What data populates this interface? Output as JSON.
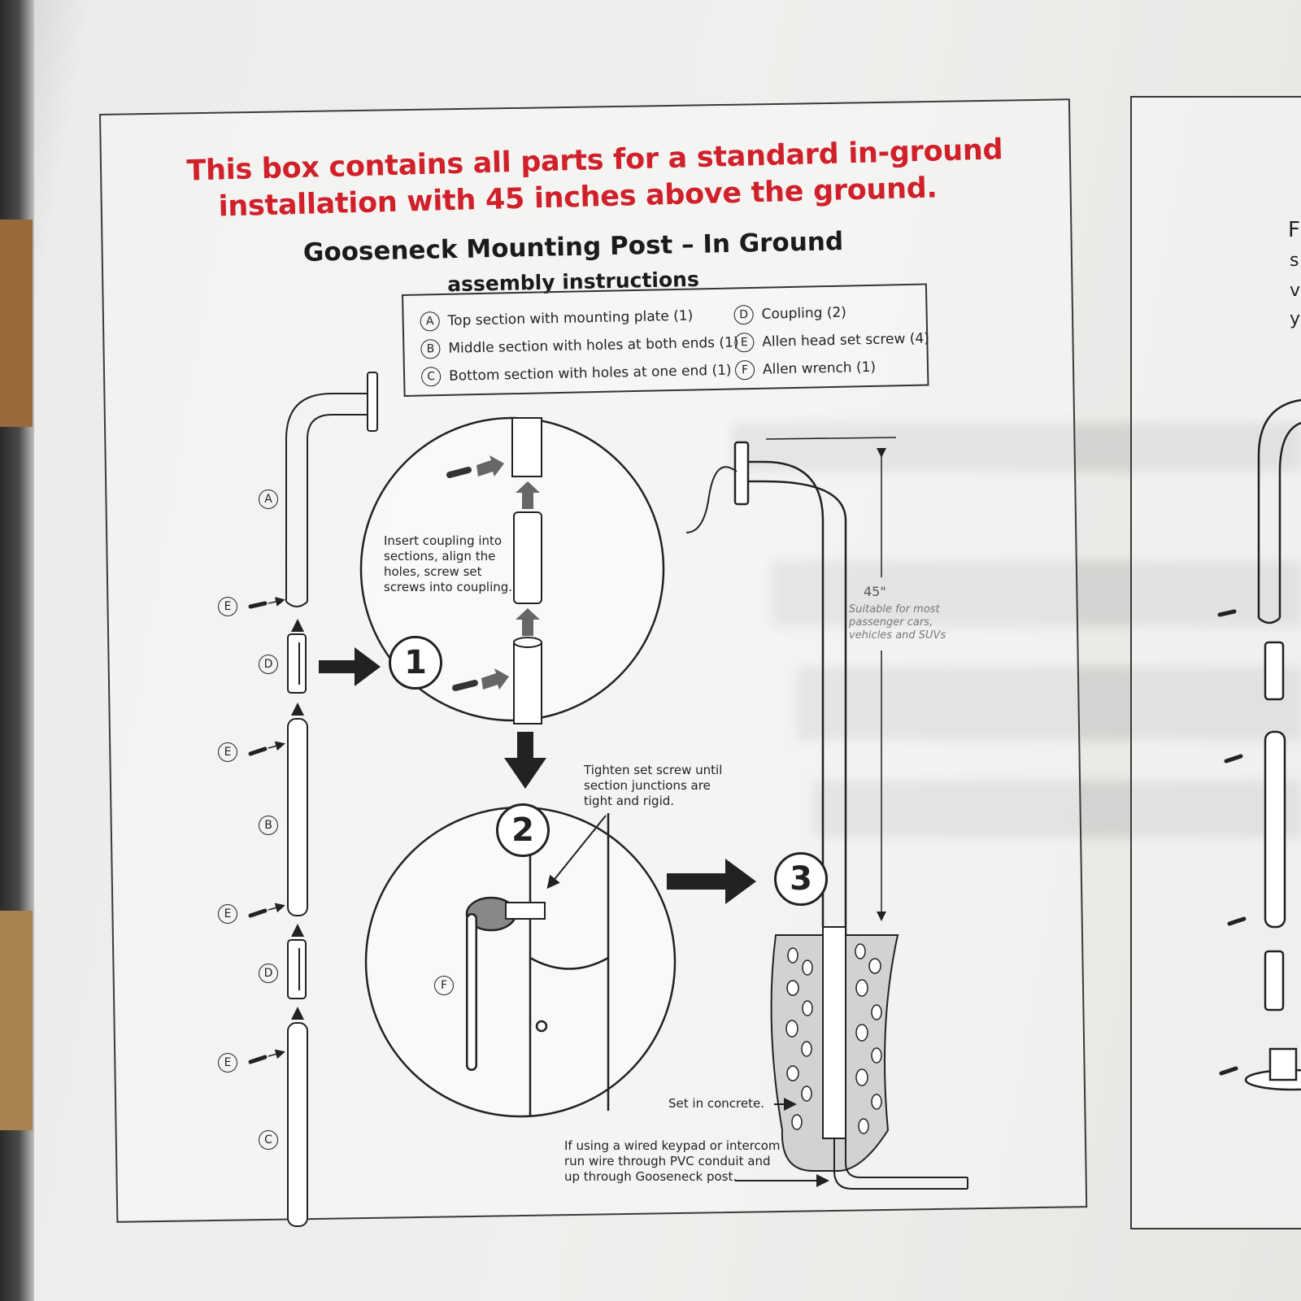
{
  "headline": {
    "line1": "This box contains all parts for a standard in-ground",
    "line2": "installation with 45 inches above the ground."
  },
  "title": "Gooseneck Mounting Post – In Ground",
  "subtitle": "assembly instructions",
  "legend": [
    {
      "key": "A",
      "text": "Top section with mounting plate (1)"
    },
    {
      "key": "B",
      "text": "Middle section with holes at both ends (1)"
    },
    {
      "key": "C",
      "text": "Bottom section with holes at one end (1)"
    },
    {
      "key": "D",
      "text": "Coupling (2)"
    },
    {
      "key": "E",
      "text": "Allen head set screw (4)"
    },
    {
      "key": "F",
      "text": "Allen wrench (1)"
    }
  ],
  "part_labels": {
    "a": "A",
    "b": "B",
    "c": "C",
    "d": "D",
    "e": "E",
    "f": "F"
  },
  "steps": {
    "one": "1",
    "two": "2",
    "three": "3"
  },
  "instructions": {
    "step1_lines": [
      "Insert coupling into",
      "sections, align the",
      "holes, screw set",
      "screws into coupling."
    ],
    "step2_lines": [
      "Tighten set screw until",
      "section junctions are",
      "tight and rigid."
    ],
    "concrete": "Set in concrete.",
    "wire_lines": [
      "If using a wired keypad or intercom",
      "run wire through PVC conduit and",
      "up through Gooseneck post."
    ]
  },
  "dimension": {
    "value": "45\"",
    "note_lines": [
      "Suitable for most",
      "passenger cars,",
      "vehicles and SUVs"
    ]
  },
  "right_panel_letters": [
    "F",
    "s",
    "v",
    "y"
  ]
}
